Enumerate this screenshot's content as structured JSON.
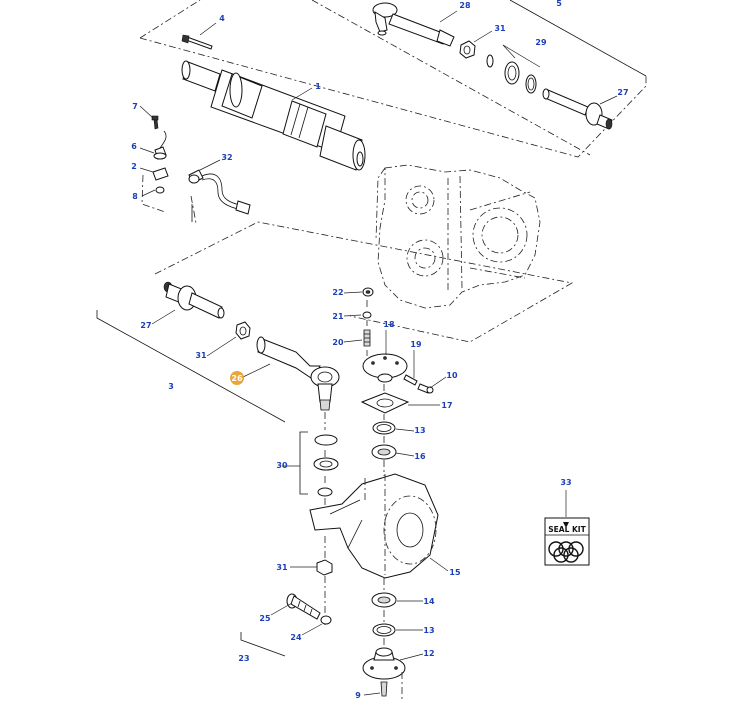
{
  "diagram": {
    "highlight_color": "#e8a63b",
    "label_color": "#1c3fb8",
    "labels": {
      "l1": "1",
      "l2": "2",
      "l3": "3",
      "l4": "4",
      "l5": "5",
      "l6": "6",
      "l7": "7",
      "l8": "8",
      "l9": "9",
      "l10": "10",
      "l12": "12",
      "l13a": "13",
      "l13b": "13",
      "l14": "14",
      "l15": "15",
      "l16": "16",
      "l17": "17",
      "l18": "18",
      "l19": "19",
      "l20": "20",
      "l21": "21",
      "l22": "22",
      "l23": "23",
      "l24": "24",
      "l25": "25",
      "l26": "26",
      "l27a": "27",
      "l27b": "27",
      "l28": "28",
      "l29": "29",
      "l30": "30",
      "l31a": "31",
      "l31b": "31",
      "l31c": "31",
      "l32": "32",
      "l33": "33"
    },
    "seal_kit": {
      "label": "SEAL KIT",
      "icon": "seal-kit-icon"
    }
  }
}
